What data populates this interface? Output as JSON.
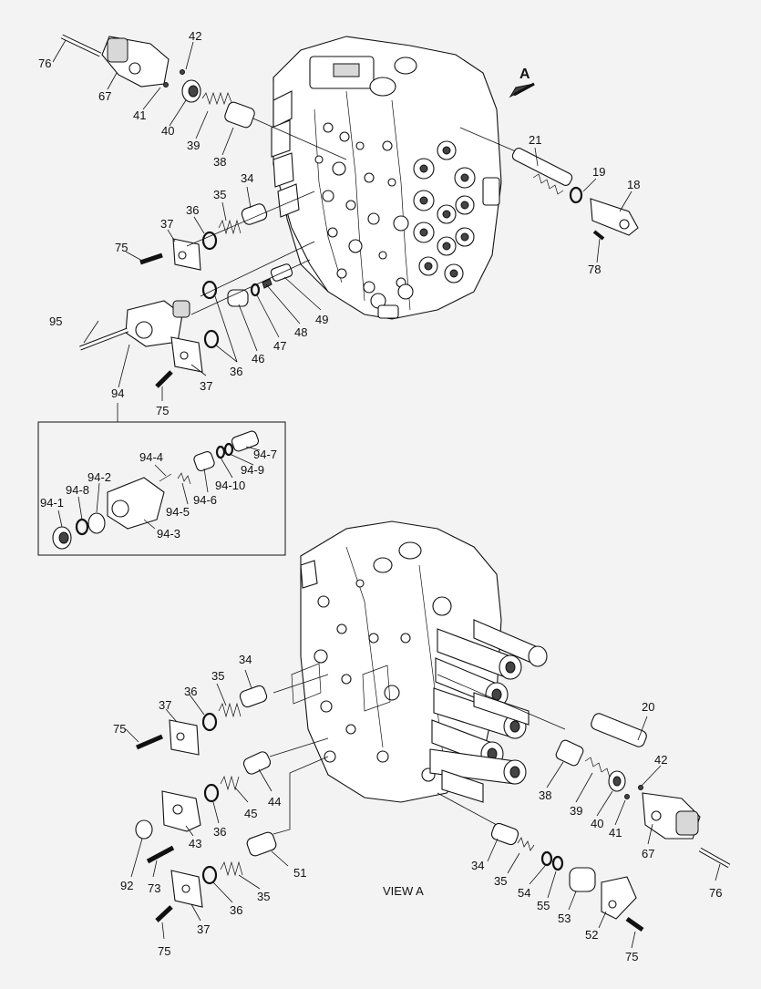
{
  "labels": {
    "p76a": "76",
    "p42a": "42",
    "p67a": "67",
    "p41a": "41",
    "p40a": "40",
    "p39a": "39",
    "p38a": "38",
    "p34a": "34",
    "p35a": "35",
    "p36a": "36",
    "p37a": "37",
    "p75a": "75",
    "p95": "95",
    "p94": "94",
    "p36b": "36",
    "p46": "46",
    "p47": "47",
    "p48": "48",
    "p49": "49",
    "p37b": "37",
    "p75b": "75",
    "p21": "21",
    "p19": "19",
    "p18": "18",
    "p78": "78",
    "p94_1": "94-1",
    "p94_8": "94-8",
    "p94_2": "94-2",
    "p94_4": "94-4",
    "p94_5": "94-5",
    "p94_6": "94-6",
    "p94_10": "94-10",
    "p94_9": "94-9",
    "p94_7": "94-7",
    "p94_3": "94-3",
    "p34b": "34",
    "p36c": "36",
    "p35b": "35",
    "p37c": "37",
    "p75c": "75",
    "p45": "45",
    "p44": "44",
    "p36d": "36",
    "p43": "43",
    "p92": "92",
    "p73": "73",
    "p51": "51",
    "p36e": "36",
    "p35c": "35",
    "p37d": "37",
    "p75d": "75",
    "p20": "20",
    "p42b": "42",
    "p38b": "38",
    "p39b": "39",
    "p40b": "40",
    "p41b": "41",
    "p67b": "67",
    "p76b": "76",
    "p34c": "34",
    "p35d": "35",
    "p54": "54",
    "p55": "55",
    "p53": "53",
    "p52": "52",
    "p75e": "75"
  },
  "arrow_label": "A",
  "view_label": "VIEW  A"
}
